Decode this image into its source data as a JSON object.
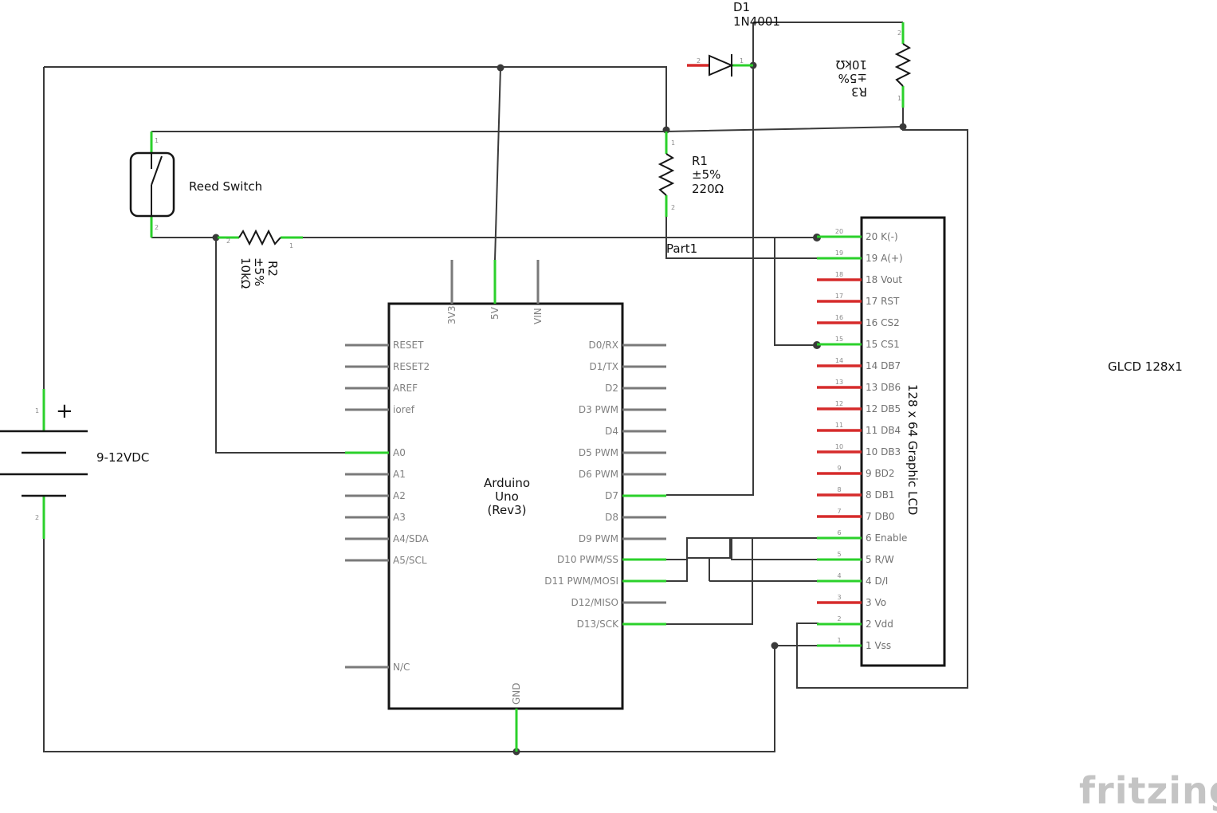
{
  "labels": {
    "diode_ref": "D1",
    "diode_part": "1N4001",
    "r3_ref": "R3",
    "r3_tol": "±5%",
    "r3_val": "10kΩ",
    "r1_ref": "R1",
    "r1_tol": "±5%",
    "r1_val": "220Ω",
    "r2_ref": "R2",
    "r2_tol": "±5%",
    "r2_val": "10kΩ",
    "reed": "Reed Switch",
    "part1": "Part1",
    "battery_plus": "+",
    "battery_val": "9-12VDC",
    "glcd_title": "GLCD 128x1",
    "lcd_body": "128 x 64 Graphic LCD",
    "arduino_l1": "Arduino",
    "arduino_l2": "Uno",
    "arduino_l3": "(Rev3)",
    "logo": "fritzing"
  },
  "arduino_top_pins": [
    "3V3",
    "5V",
    "VIN"
  ],
  "arduino_bottom_pin": "GND",
  "arduino_left_pins": [
    "RESET",
    "RESET2",
    "AREF",
    "ioref",
    "A0",
    "A1",
    "A2",
    "A3",
    "A4/SDA",
    "A5/SCL",
    "N/C"
  ],
  "arduino_right_pins": [
    "D0/RX",
    "D1/TX",
    "D2",
    "D3 PWM",
    "D4",
    "D5 PWM",
    "D6 PWM",
    "D7",
    "D8",
    "D9 PWM",
    "D10 PWM/SS",
    "D11 PWM/MOSI",
    "D12/MISO",
    "D13/SCK"
  ],
  "lcd_pins": [
    {
      "num": "20",
      "label": "20 K(-)",
      "status": "connected"
    },
    {
      "num": "19",
      "label": "19 A(+)",
      "status": "connected"
    },
    {
      "num": "18",
      "label": "18 Vout",
      "status": "unconnected"
    },
    {
      "num": "17",
      "label": "17 RST",
      "status": "unconnected"
    },
    {
      "num": "16",
      "label": "16 CS2",
      "status": "unconnected"
    },
    {
      "num": "15",
      "label": "15 CS1",
      "status": "connected"
    },
    {
      "num": "14",
      "label": "14 DB7",
      "status": "unconnected"
    },
    {
      "num": "13",
      "label": "13 DB6",
      "status": "unconnected"
    },
    {
      "num": "12",
      "label": "12 DB5",
      "status": "unconnected"
    },
    {
      "num": "11",
      "label": "11 DB4",
      "status": "unconnected"
    },
    {
      "num": "10",
      "label": "10 DB3",
      "status": "unconnected"
    },
    {
      "num": "9",
      "label": "9 BD2",
      "status": "unconnected"
    },
    {
      "num": "8",
      "label": "8 DB1",
      "status": "unconnected"
    },
    {
      "num": "7",
      "label": "7 DB0",
      "status": "unconnected"
    },
    {
      "num": "6",
      "label": "6 Enable",
      "status": "connected"
    },
    {
      "num": "5",
      "label": "5 R/W",
      "status": "connected"
    },
    {
      "num": "4",
      "label": "4 D/I",
      "status": "connected"
    },
    {
      "num": "3",
      "label": "3 Vo",
      "status": "unconnected"
    },
    {
      "num": "2",
      "label": "2 Vdd",
      "status": "connected"
    },
    {
      "num": "1",
      "label": "1 Vss",
      "status": "connected"
    }
  ],
  "pin_numbers": {
    "one": "1",
    "two": "2"
  },
  "colors": {
    "wire": "#3a3a3a",
    "connected_pin": "#2bd12b",
    "unconnected_pin": "#d62b2b",
    "part_pin": "#7a7a7a",
    "body_outline": "#151515",
    "logo": "#c4c4c4"
  }
}
